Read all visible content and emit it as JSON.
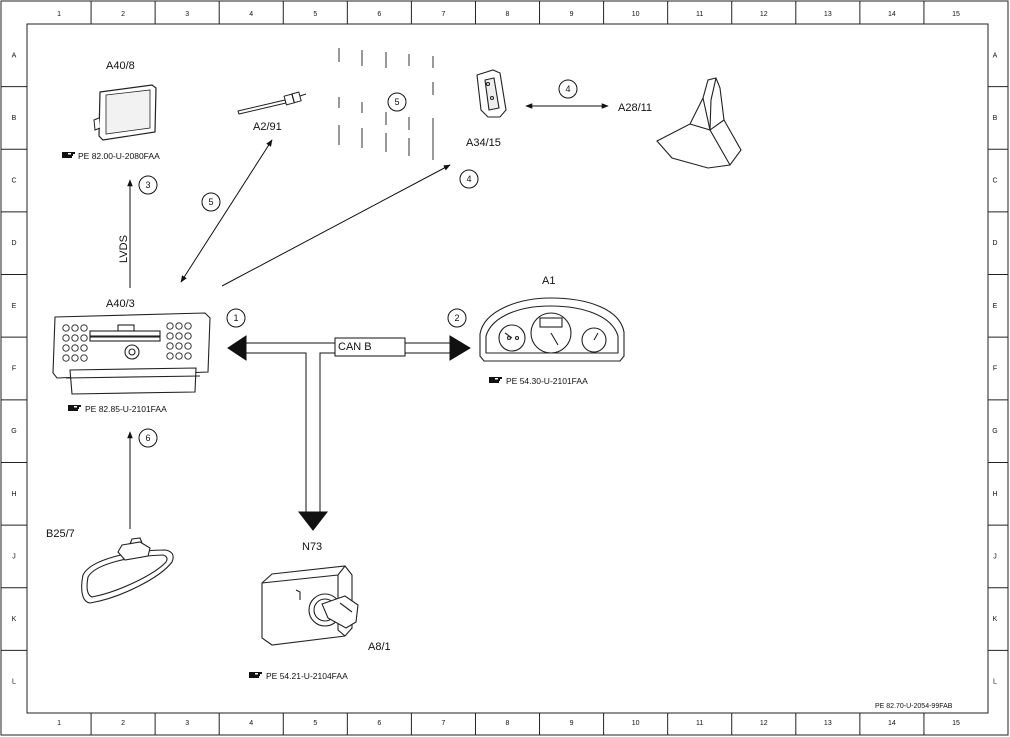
{
  "border": {
    "columns": [
      "1",
      "2",
      "3",
      "4",
      "5",
      "6",
      "7",
      "8",
      "9",
      "10",
      "11",
      "12",
      "13",
      "14",
      "15"
    ],
    "rows": [
      "A",
      "B",
      "C",
      "D",
      "E",
      "F",
      "G",
      "H",
      "J",
      "K",
      "L"
    ]
  },
  "components": {
    "a40_8": {
      "label": "A40/8",
      "ref": "PE 82.00-U-2080FAA"
    },
    "a2_91": {
      "label": "A2/91"
    },
    "a34_15": {
      "label": "A34/15"
    },
    "a28_11": {
      "label": "A28/11"
    },
    "a40_3": {
      "label": "A40/3",
      "ref": "PE 82.85-U-2101FAA"
    },
    "a1": {
      "label": "A1",
      "ref": "PE 54.30-U-2101FAA"
    },
    "b25_7": {
      "label": "B25/7"
    },
    "n73": {
      "label": "N73"
    },
    "a8_1": {
      "label": "A8/1",
      "ref": "PE 54.21-U-2104FAA"
    }
  },
  "connections": {
    "lvds": "LVDS",
    "can_b": "CAN B",
    "numbers": [
      "1",
      "2",
      "3",
      "4",
      "4",
      "5",
      "5",
      "6"
    ]
  },
  "footer": {
    "doc_id": "PE 82.70-U-2054-99FAB"
  }
}
